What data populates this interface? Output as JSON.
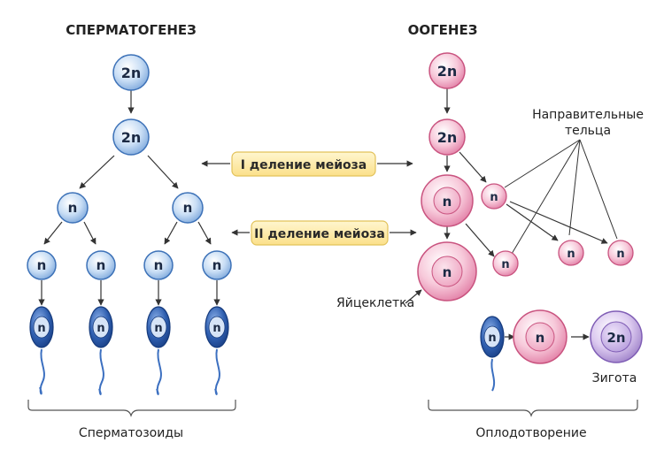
{
  "titles": {
    "spermatogenesis": "СПЕРМАТОГЕНЕЗ",
    "oogenesis": "ООГЕНЕЗ"
  },
  "phases": {
    "meiosis_1": "I деление мейоза",
    "meiosis_2": "II деление мейоза"
  },
  "labels": {
    "polar_bodies": [
      "Направительные",
      "тельца"
    ],
    "egg": "Яйцеклетка",
    "zygote": "Зигота",
    "sperm": "Сперматозоиды",
    "fertilization": "Оплодотворение"
  },
  "ploidy": {
    "diploid": "2n",
    "haploid": "n"
  },
  "colors": {
    "blue_cell": "#b9d6f2",
    "blue_cell_edge": "#3d72b8",
    "sperm_head": "#1f4f9a",
    "pink_cell": "#f2b7cd",
    "pink_cell_edge": "#c9537f",
    "zygote": "#c9b3e3",
    "phase_box": "#fdeeb0",
    "phase_box_edge": "#e2c25a"
  }
}
